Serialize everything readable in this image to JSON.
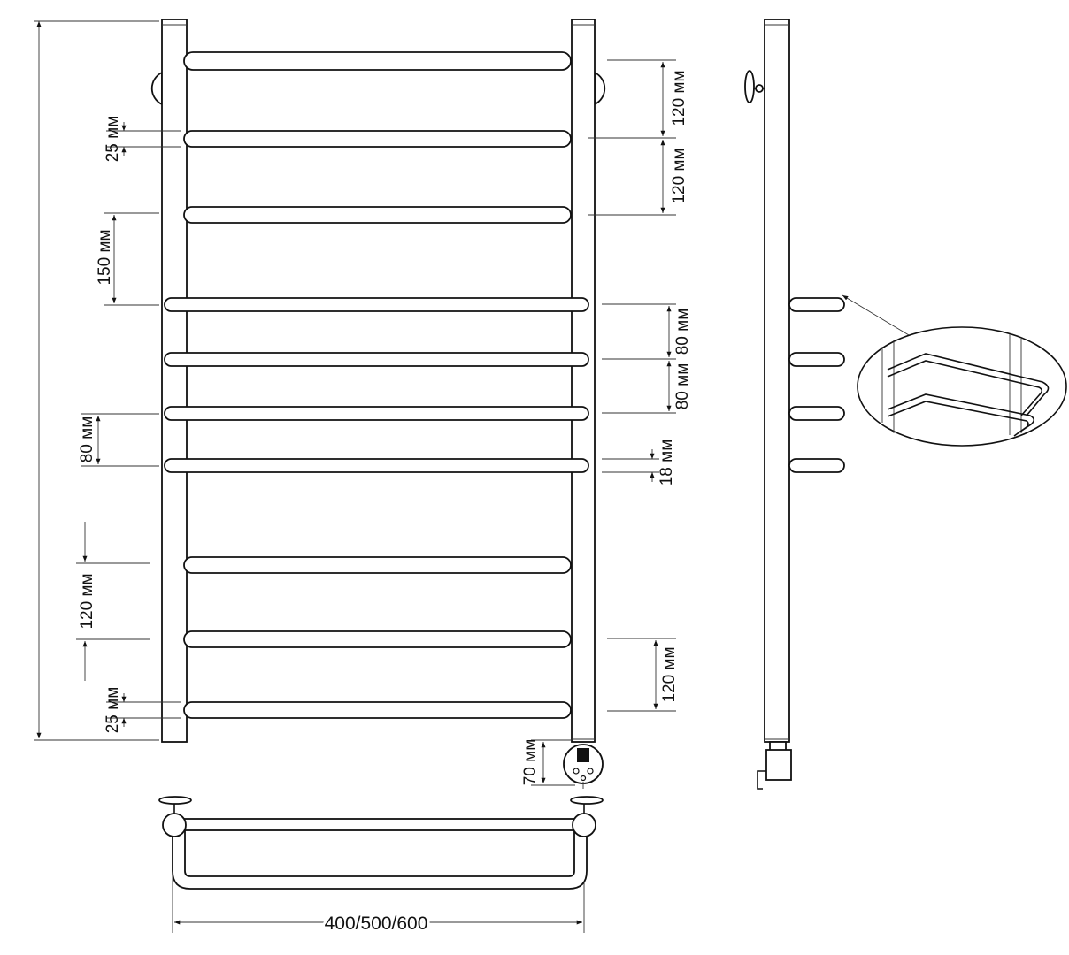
{
  "dimensions": {
    "top_gap_right": "120 мм",
    "second_gap_right": "120 мм",
    "bar_offset_left_top": "25 мм",
    "gap_left_150": "150 мм",
    "gap_right_80_a": "80 мм",
    "gap_right_80_b": "80 мм",
    "gap_left_80": "80 мм",
    "bar_thickness": "18 мм",
    "gap_left_120": "120 мм",
    "gap_right_120_bottom": "120 мм",
    "bar_offset_left_bottom": "25 мм",
    "connection_height": "70 мм",
    "width_options": "400/500/600"
  },
  "colors": {
    "line": "#111111",
    "background": "#ffffff"
  }
}
